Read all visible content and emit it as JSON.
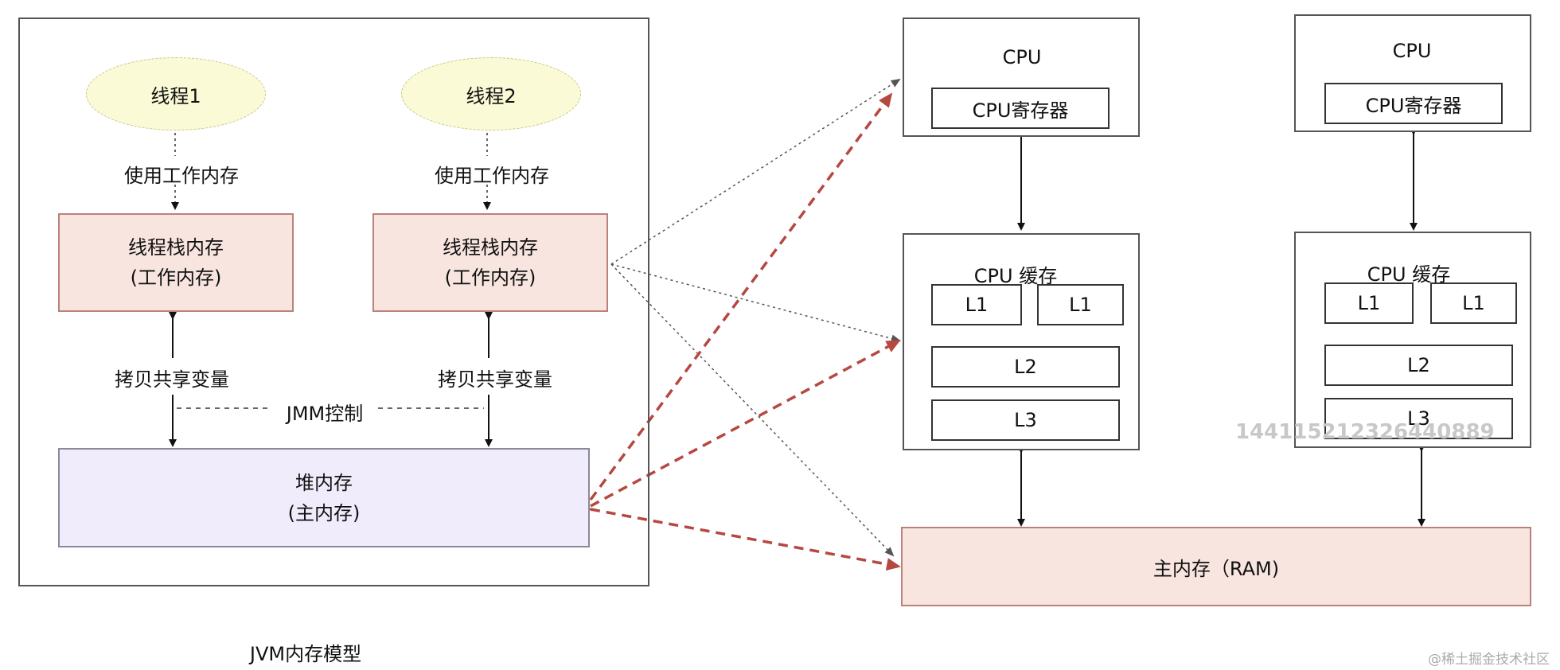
{
  "jvm": {
    "caption": "JVM内存模型",
    "thread1": "线程1",
    "thread2": "线程2",
    "use_work_mem": "使用工作内存",
    "stack_line1": "线程栈内存",
    "stack_line2": "(工作内存)",
    "copy_shared": "拷贝共享变量",
    "jmm_control": "JMM控制",
    "heap_line1": "堆内存",
    "heap_line2": "(主内存)"
  },
  "hardware": {
    "cpu_title": "CPU",
    "cpu_register": "CPU寄存器",
    "cpu_cache": "CPU 缓存",
    "l1": "L1",
    "l2": "L2",
    "l3": "L3",
    "ram": "主内存（RAM)"
  },
  "watermark": {
    "number": "1441152123264​40889",
    "site": "@稀土掘金技术社区"
  },
  "colors": {
    "thread_fill": "#fafad6",
    "stack_fill": "#f8e5e0",
    "heap_fill": "#f1ecfb",
    "red_arrow": "#b5483f",
    "dotted_arrow": "#555555"
  }
}
